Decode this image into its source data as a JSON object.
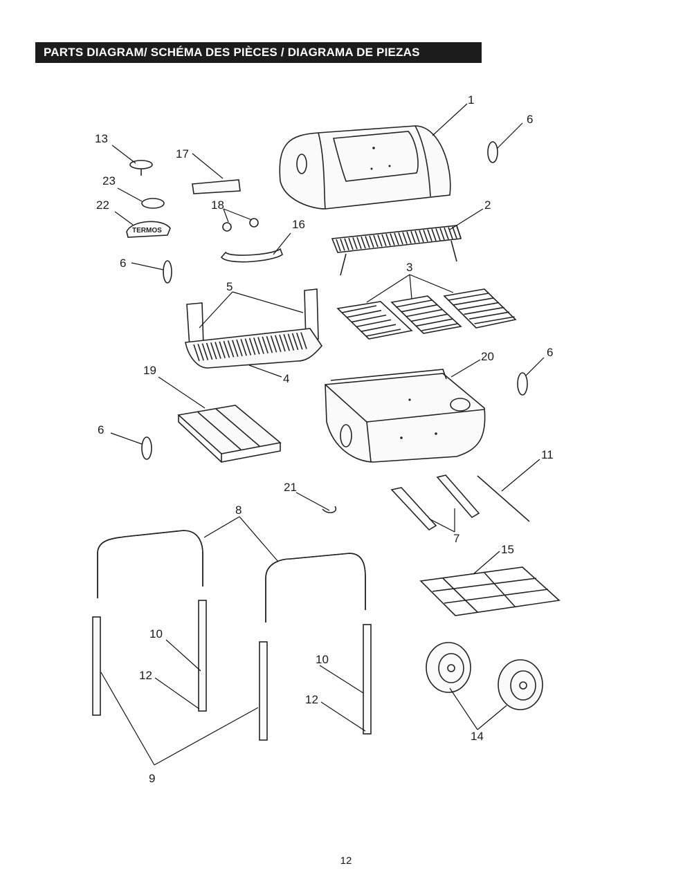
{
  "header": {
    "title": "PARTS DIAGRAM/ SCHÉMA DES PIÈCES / DIAGRAMA DE PIEZAS"
  },
  "callouts": [
    "1",
    "2",
    "3",
    "4",
    "5",
    "6",
    "6",
    "6",
    "6",
    "7",
    "8",
    "9",
    "10",
    "10",
    "11",
    "12",
    "12",
    "13",
    "14",
    "15",
    "16",
    "17",
    "18",
    "19",
    "20",
    "21",
    "22",
    "23"
  ],
  "logo_text": "TERMOS",
  "page_number": "12"
}
